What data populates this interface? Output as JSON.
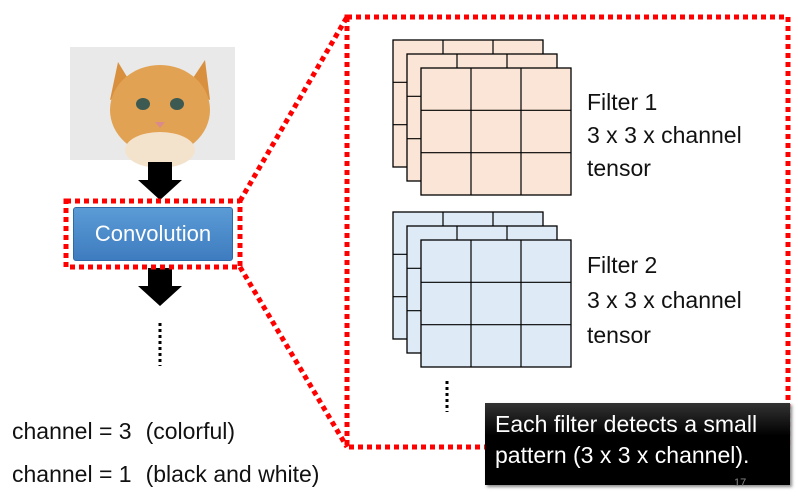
{
  "left": {
    "image": "kitten-photo",
    "convolution_label": "Convolution",
    "dots": "⋮"
  },
  "filters": [
    {
      "title": "Filter 1",
      "shape": "3 x 3 x channel",
      "kind": "tensor",
      "color": "#fbe5d6"
    },
    {
      "title": "Filter 2",
      "shape": "3 x 3 x channel",
      "kind": "tensor",
      "color": "#deebf7"
    }
  ],
  "channels": [
    {
      "label": "channel = 3",
      "desc": "(colorful)"
    },
    {
      "label": "channel = 1",
      "desc": "(black and white)"
    }
  ],
  "note": {
    "line1": "Each filter detects a small",
    "line2": "pattern (3 x 3 x channel)."
  },
  "page_number": "17",
  "colors": {
    "highlight": "#ff0000",
    "conv_box": "#4a89c8"
  }
}
